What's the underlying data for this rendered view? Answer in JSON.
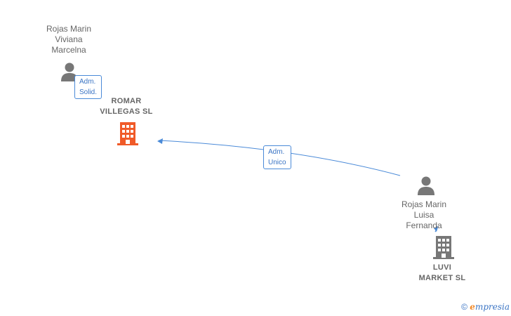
{
  "nodes": {
    "person_1": {
      "line1": "Rojas Marin",
      "line2": "Viviana",
      "line3": "Marcelna"
    },
    "person_2": {
      "line1": "Rojas Marin",
      "line2": "Luisa",
      "line3": "Fernanda"
    },
    "company_1": {
      "line1": "ROMAR",
      "line2": "VILLEGAS  SL",
      "color": "#f05a28"
    },
    "company_2": {
      "line1": "LUVI",
      "line2": "MARKET  SL",
      "color": "#777777"
    }
  },
  "edges": [
    {
      "line1": "Adm.",
      "line2": "Solid."
    },
    {
      "line1": "Adm.",
      "line2": "Unico"
    }
  ],
  "colors": {
    "edge": "#4a8ad8",
    "person": "#777777"
  },
  "footer": {
    "copyright": "©",
    "brand_initial": "e",
    "brand_rest": "mpresia"
  }
}
